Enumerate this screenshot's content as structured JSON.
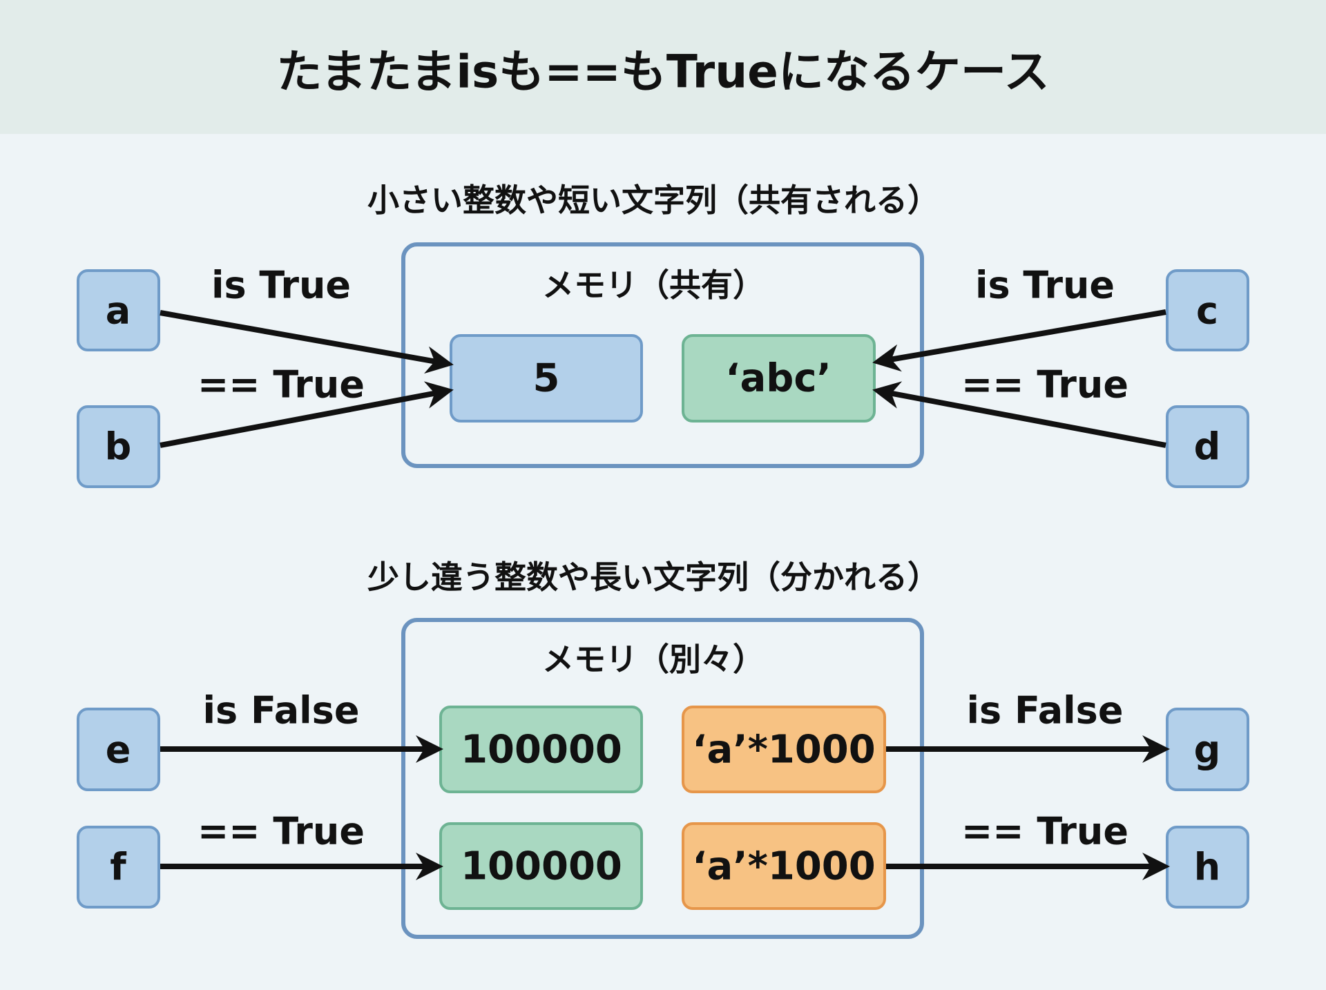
{
  "title": "たまたまisも==もTrueになるケース",
  "colors": {
    "header_bg": "#e2ecea",
    "bg": "#eef4f7",
    "memory_border": "#6b93bf",
    "blue_fill": "#b3d0ea",
    "blue_border": "#6f9bc8",
    "green_fill": "#a9d8c1",
    "green_border": "#6db393",
    "orange_fill": "#f7c283",
    "orange_border": "#e6964a",
    "arrow": "#111111"
  },
  "section1": {
    "heading": "小さい整数や短い文字列（共有される）",
    "memory_label": "メモリ（共有）",
    "values": [
      "5",
      "‘abc’"
    ],
    "variables": [
      "a",
      "b",
      "c",
      "d"
    ],
    "left_labels": [
      "is True",
      "== True"
    ],
    "right_labels": [
      "is True",
      "== True"
    ]
  },
  "section2": {
    "heading": "少し違う整数や長い文字列（分かれる）",
    "memory_label": "メモリ（別々）",
    "values": [
      "100000",
      "‘a’*1000",
      "100000",
      "‘a’*1000"
    ],
    "variables": [
      "e",
      "f",
      "g",
      "h"
    ],
    "left_labels": [
      "is False",
      "== True"
    ],
    "right_labels": [
      "is False",
      "== True"
    ]
  }
}
